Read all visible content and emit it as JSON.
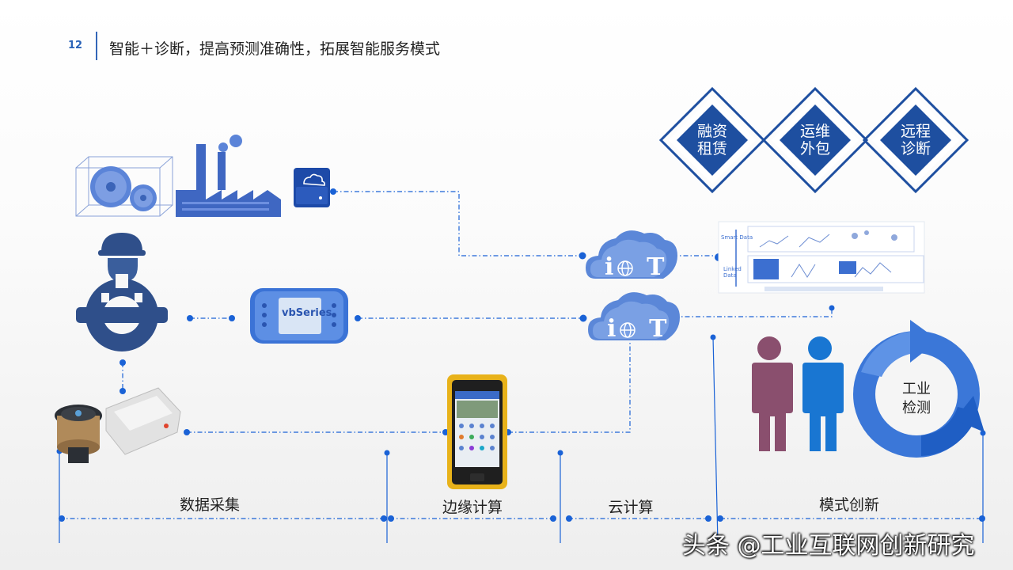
{
  "header": {
    "page_number": "12",
    "title": "智能＋诊断，提高预测准确性，拓展智能服务模式"
  },
  "services": [
    {
      "label": "融资\n租赁"
    },
    {
      "label": "运维\n外包"
    },
    {
      "label": "远程\n诊断"
    }
  ],
  "cycle": {
    "label": "工业\n检测"
  },
  "stages": {
    "data_collection": "数据采集",
    "edge_computing": "边缘计算",
    "cloud_computing": "云计算",
    "model_innovation": "模式创新"
  },
  "device": {
    "brand": "vbSeries"
  },
  "platform_panel": {
    "smart_data": "Smart Data",
    "linked_data": "Linked Data"
  },
  "watermark": "头条 @工业互联网创新研究",
  "colors": {
    "accent": "#1a62d6",
    "diamond": "#1e4fa0",
    "iot_cloud": "#3a6fd4",
    "person_left": "#8a4f6e",
    "person_right": "#1976d2"
  }
}
